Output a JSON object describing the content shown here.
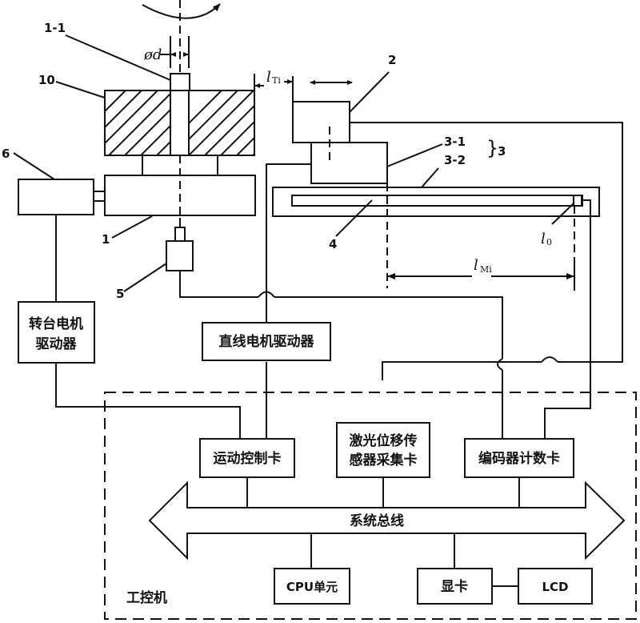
{
  "diagram": {
    "part_labels": {
      "spindle_pin": "1-1",
      "workpiece": "10",
      "turntable": "1",
      "turntable_motor": "6",
      "encoder": "5",
      "laser_sensor": "2",
      "linear_motor_mover": "3-1",
      "linear_motor_stator": "3-2",
      "linear_motor_group": "3",
      "grating_scale": "4"
    },
    "dimension_labels": {
      "diameter": "ød",
      "l_t_main": "l",
      "l_t_sub": "Ti",
      "l_m_main": "l",
      "l_m_sub": "Mi",
      "l_0_main": "l",
      "l_0_sub": "0"
    },
    "blocks": {
      "turntable_driver_line1": "转台电机",
      "turntable_driver_line2": "驱动器",
      "linear_driver": "直线电机驱动器",
      "motion_card": "运动控制卡",
      "laser_card_line1": "激光位移传",
      "laser_card_line2": "感器采集卡",
      "encoder_card": "编码器计数卡",
      "system_bus": "系统总线",
      "cpu": "CPU单元",
      "graphics_card": "显卡",
      "lcd": "LCD",
      "ipc": "工控机"
    }
  }
}
